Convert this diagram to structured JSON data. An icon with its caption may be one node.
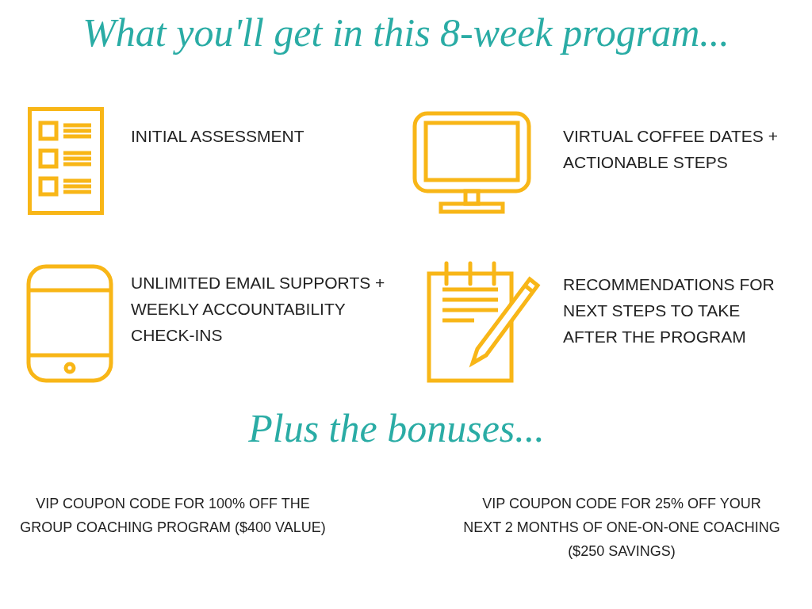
{
  "diagram": {
    "title": "What you'll get in this 8-week program...",
    "labels": [
      "INITIAL ASSESSMENT",
      "VIRTUAL COFFEE DATES + ACTIONABLE STEPS",
      "UNLIMITED EMAIL SUPPORTS + WEEKLY ACCOUNTABILITY CHECK-INS",
      "RECOMMENDATIONS FOR NEXT STEPS TO TAKE AFTER THE PROGRAM",
      "Plus the bonuses...",
      "VIP COUPON CODE FOR 100% OFF THE GROUP COACHING PROGRAM ($400 VALUE)",
      "VIP COUPON CODE FOR 25% OFF YOUR NEXT 2 MONTHS OF ONE-ON-ONE COACHING ($250 SAVINGS)"
    ]
  }
}
